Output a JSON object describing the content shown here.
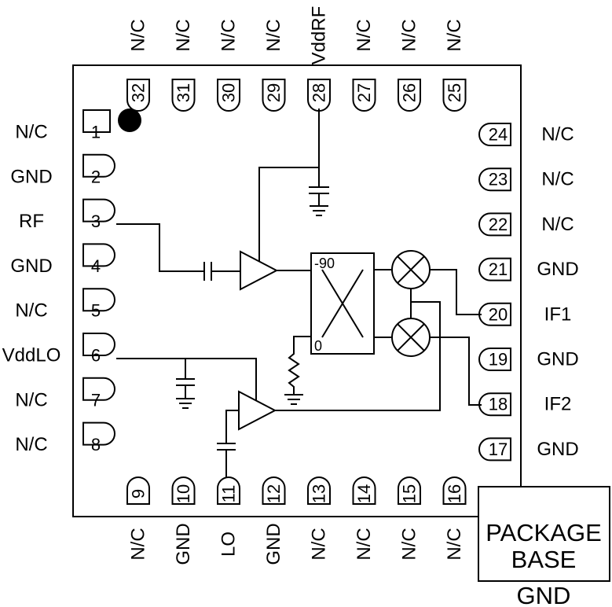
{
  "pins": {
    "top": [
      {
        "num": "32",
        "label": "N/C"
      },
      {
        "num": "31",
        "label": "N/C"
      },
      {
        "num": "30",
        "label": "N/C"
      },
      {
        "num": "29",
        "label": "N/C"
      },
      {
        "num": "28",
        "label": "VddRF"
      },
      {
        "num": "27",
        "label": "N/C"
      },
      {
        "num": "26",
        "label": "N/C"
      },
      {
        "num": "25",
        "label": "N/C"
      }
    ],
    "left": [
      {
        "num": "1",
        "label": "N/C"
      },
      {
        "num": "2",
        "label": "GND"
      },
      {
        "num": "3",
        "label": "RF"
      },
      {
        "num": "4",
        "label": "GND"
      },
      {
        "num": "5",
        "label": "N/C"
      },
      {
        "num": "6",
        "label": "VddLO"
      },
      {
        "num": "7",
        "label": "N/C"
      },
      {
        "num": "8",
        "label": "N/C"
      }
    ],
    "right": [
      {
        "num": "24",
        "label": "N/C"
      },
      {
        "num": "23",
        "label": "N/C"
      },
      {
        "num": "22",
        "label": "N/C"
      },
      {
        "num": "21",
        "label": "GND"
      },
      {
        "num": "20",
        "label": "IF1"
      },
      {
        "num": "19",
        "label": "GND"
      },
      {
        "num": "18",
        "label": "IF2"
      },
      {
        "num": "17",
        "label": "GND"
      }
    ],
    "bottom": [
      {
        "num": "9",
        "label": "N/C"
      },
      {
        "num": "10",
        "label": "GND"
      },
      {
        "num": "11",
        "label": "LO"
      },
      {
        "num": "12",
        "label": "GND"
      },
      {
        "num": "13",
        "label": "N/C"
      },
      {
        "num": "14",
        "label": "N/C"
      },
      {
        "num": "15",
        "label": "N/C"
      },
      {
        "num": "16",
        "label": "N/C"
      }
    ]
  },
  "hybrid": {
    "port_top": "-90",
    "port_bottom": "0"
  },
  "package": {
    "line1": "PACKAGE",
    "line2": "BASE",
    "ground_label": "GND"
  }
}
